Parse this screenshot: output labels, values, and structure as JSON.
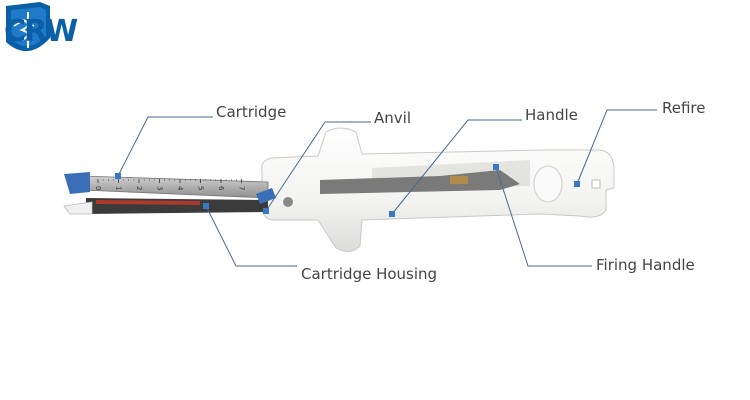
{
  "logo": {
    "text": "CRW"
  },
  "labels": {
    "cartridge": "Cartridge",
    "anvil": "Anvil",
    "handle": "Handle",
    "refire": "Refire",
    "cartridge_housing": "Cartridge Housing",
    "firing_handle": "Firing Handle"
  },
  "scale_ticks": [
    "0",
    "1",
    "2",
    "3",
    "4",
    "5",
    "6",
    "7"
  ],
  "colors": {
    "brand_blue": "#0a5fa6",
    "leader_line": "#4a6a8c",
    "marker": "#3b78c4",
    "tip_blue": "#3a6fb8",
    "cartridge_red": "#c0392b",
    "body_white": "#f6f6f4",
    "metal": "#8c8c8c"
  }
}
